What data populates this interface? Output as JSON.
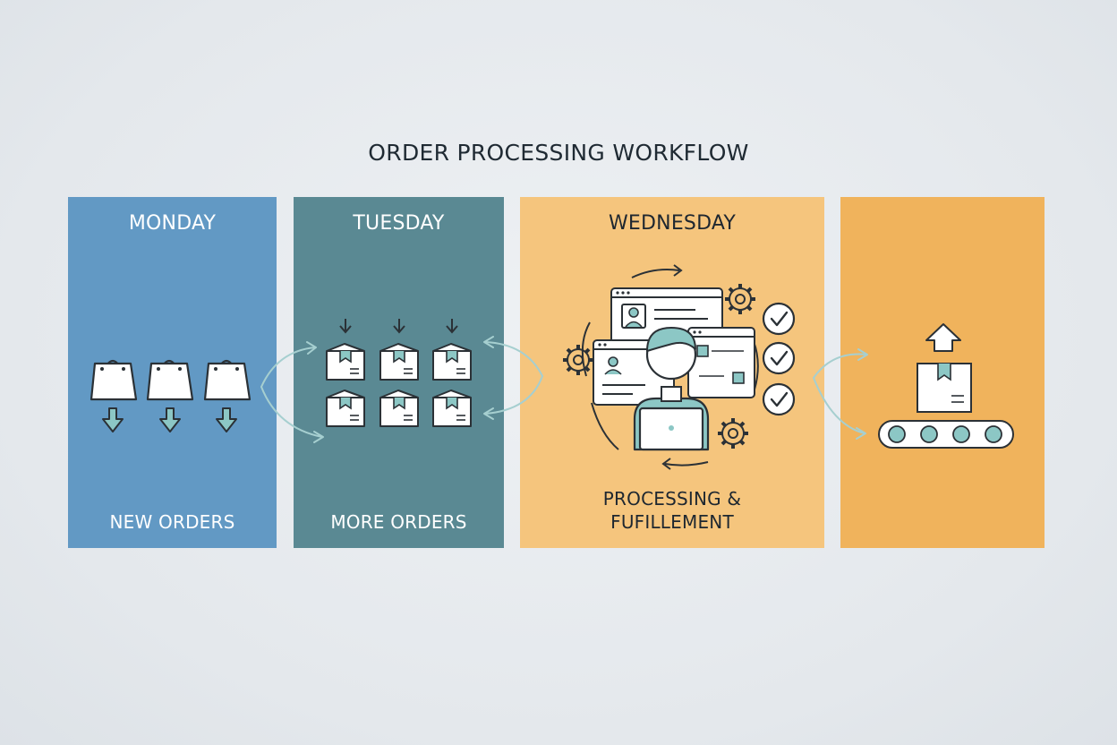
{
  "title": "ORDER PROCESSING WORKFLOW",
  "panels": [
    {
      "day": "MONDAY",
      "caption": "NEW ORDERS",
      "color": "#6299c4"
    },
    {
      "day": "TUESDAY",
      "caption": "MORE ORDERS",
      "color": "#5a8993"
    },
    {
      "day": "WEDNESDAY",
      "caption_line1": "PROCESSING &",
      "caption_line2": "FUFILLEMENT",
      "color": "#f5c57d"
    },
    {
      "day": "",
      "caption": "",
      "color": "#f0b35c"
    }
  ],
  "icons": {
    "monday": [
      "shopping-bag-icon",
      "down-arrow-icon"
    ],
    "tuesday": [
      "package-box-icon",
      "down-arrow-icon"
    ],
    "wednesday": [
      "person-laptop-icon",
      "window-icon",
      "gear-icon",
      "checkmark-icon",
      "cycle-arrow-icon"
    ],
    "thursday": [
      "package-box-icon",
      "up-arrow-icon",
      "conveyor-belt-icon"
    ]
  },
  "colors": {
    "accent_teal": "#8cc7c5",
    "stroke": "#2b3136"
  }
}
